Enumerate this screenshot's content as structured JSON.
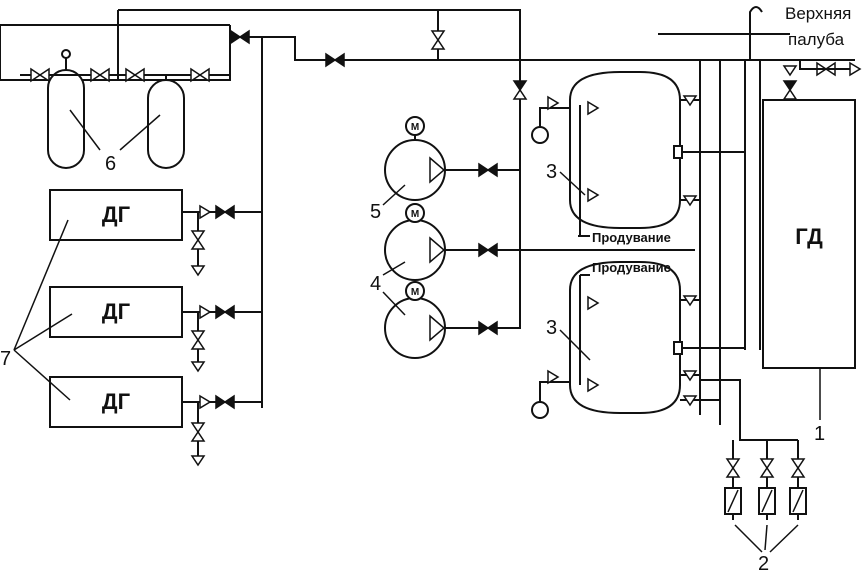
{
  "labels": {
    "deck_line1": "Верхняя",
    "deck_line2": "палуба",
    "main_engine": "ГД",
    "diesel_gen_1": "ДГ",
    "diesel_gen_2": "ДГ",
    "diesel_gen_3": "ДГ",
    "blow_top": "Продувание",
    "blow_bottom": "Продувание",
    "motor_1": "М",
    "motor_2": "М",
    "motor_3": "М"
  },
  "callouts": {
    "n1": "1",
    "n2": "2",
    "n3_top": "3",
    "n3_bottom": "3",
    "n4": "4",
    "n5": "5",
    "n6": "6",
    "n7": "7"
  }
}
